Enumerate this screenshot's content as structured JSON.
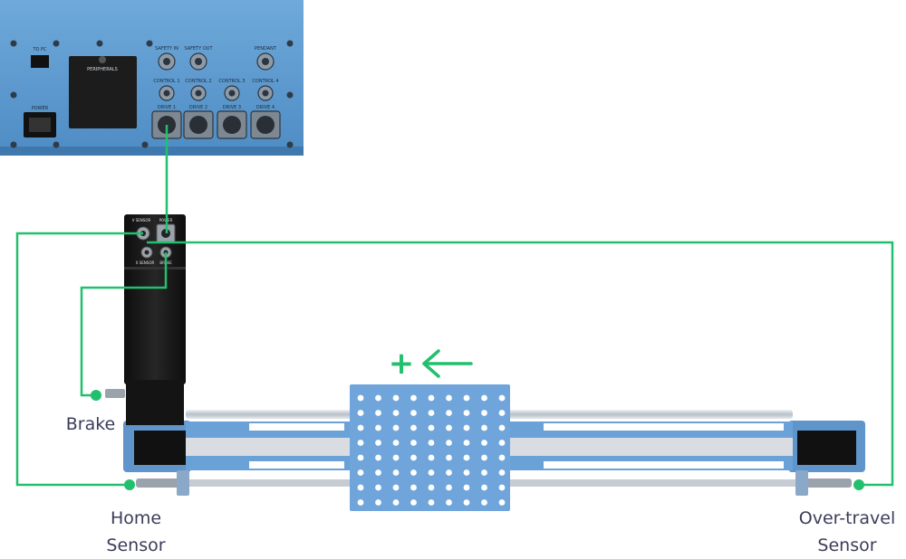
{
  "callouts": {
    "brake": "Brake",
    "home_line1": "Home",
    "home_line2": "Sensor",
    "overtravel_line1": "Over-travel",
    "overtravel_line2": "Sensor"
  },
  "controller_panel": {
    "to_pc": "TO PC",
    "power": "POWER",
    "peripherals": "PERIPHERALS",
    "safety_in": "SAFETY IN",
    "safety_out": "SAFETY OUT",
    "pendant": "PENDANT",
    "control_1": "CONTROL 1",
    "control_2": "CONTROL 2",
    "control_3": "CONTROL 3",
    "control_4": "CONTROL 4",
    "drive_1": "DRIVE 1",
    "drive_2": "DRIVE 2",
    "drive_3": "DRIVE 3",
    "drive_4": "DRIVE 4"
  },
  "motor_labels": {
    "v_sensor": "V SENSOR",
    "power": "POWER",
    "x_sensor": "X SENSOR",
    "brake": "BRAKE"
  },
  "direction": {
    "sign": "+",
    "arrow": "left"
  },
  "colors": {
    "wire": "#22c06e",
    "panel_blue": "#5b9bd0",
    "actuator_blue": "#6aa2d8",
    "motor_black": "#1a1a1a",
    "label_text": "#3c3c5a"
  }
}
